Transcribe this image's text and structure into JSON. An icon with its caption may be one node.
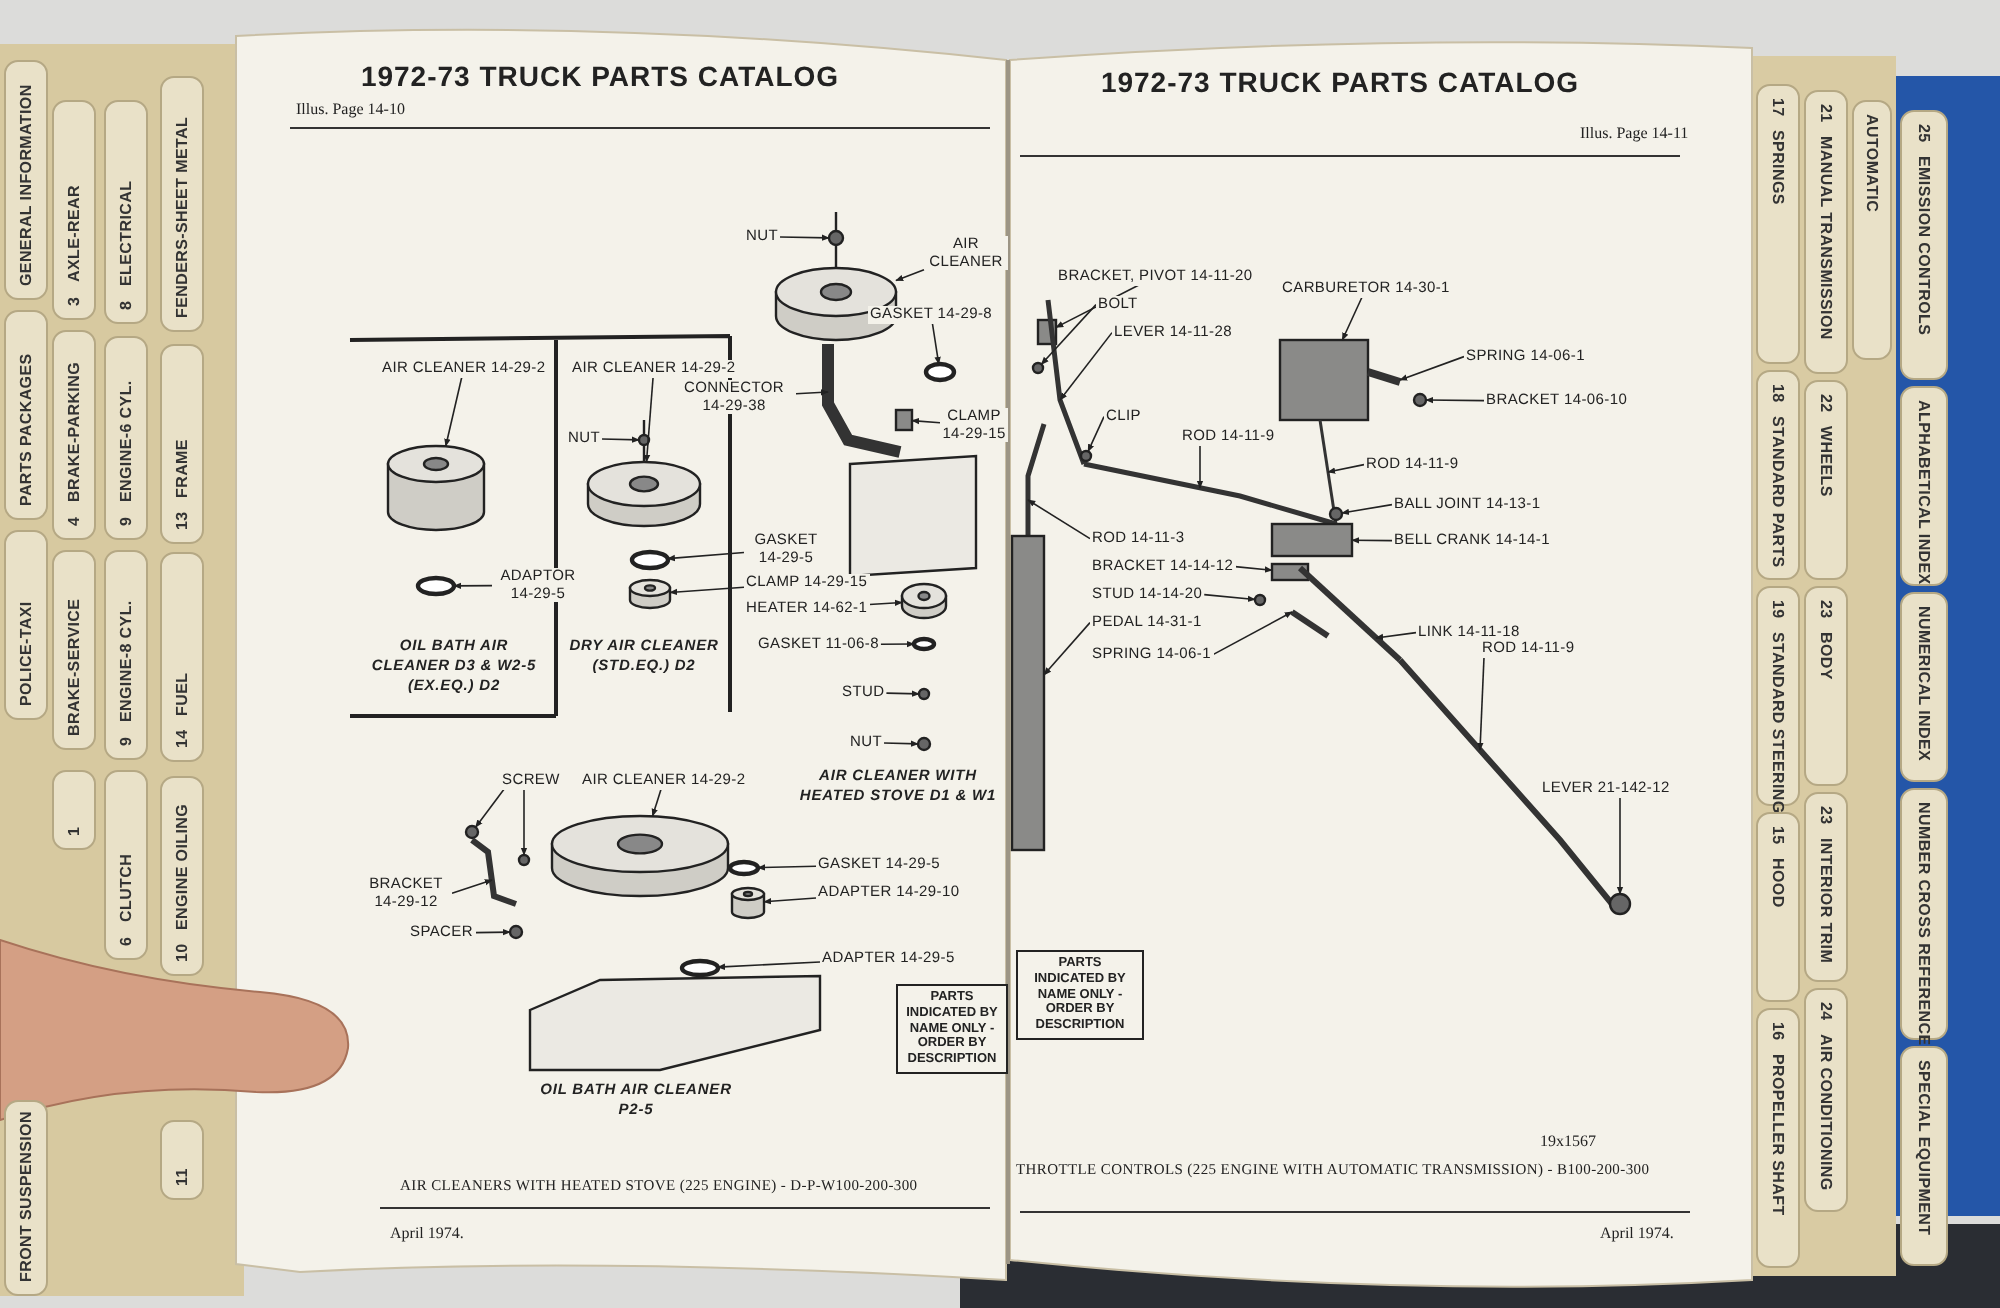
{
  "diagram": {
    "nodes": [
      {
        "text": [
          "GENERAL INFORMATION"
        ]
      },
      {
        "text": [
          "3",
          "AXLE-REAR"
        ]
      },
      {
        "text": [
          "8",
          "ELECTRICAL"
        ]
      },
      {
        "text": [
          "FENDERS-SHEET METAL"
        ]
      },
      {
        "text": [
          "PARTS PACKAGES"
        ]
      },
      {
        "text": [
          "4",
          "BRAKE-PARKING"
        ]
      },
      {
        "text": [
          "9",
          "ENGINE-6 CYL."
        ]
      },
      {
        "text": [
          "13",
          "FRAME"
        ]
      },
      {
        "text": [
          "POLICE-TAXI"
        ]
      },
      {
        "text": [
          "BRAKE-SERVICE"
        ]
      },
      {
        "text": [
          "9",
          "ENGINE-8 CYL."
        ]
      },
      {
        "text": [
          "14",
          "FUEL"
        ]
      },
      {
        "text": [
          "1"
        ]
      },
      {
        "text": [
          "6",
          "CLUTCH"
        ]
      },
      {
        "text": [
          "10",
          "ENGINE OILING"
        ]
      },
      {
        "text": [
          "FRONT SUSPENSION"
        ]
      },
      {
        "text": [
          "11"
        ]
      },
      {
        "text": [
          "NUT"
        ]
      },
      {
        "text": [
          "AIR CLEANER"
        ]
      },
      {
        "text": [
          "GASKET 14-29-8"
        ]
      },
      {
        "text": [
          "CLAMP 14-29-15"
        ]
      },
      {
        "text": [
          "CONNECTOR 14-29-38"
        ]
      },
      {
        "text": [
          "AIR CLEANER 14-29-2"
        ]
      },
      {
        "text": [
          "AIR CLEANER 14-29-2"
        ]
      },
      {
        "text": [
          "NUT"
        ]
      },
      {
        "text": [
          "ADAPTOR 14-29-5"
        ]
      },
      {
        "text": [
          "GASKET 14-29-5"
        ]
      },
      {
        "text": [
          "CLAMP 14-29-15"
        ]
      },
      {
        "text": [
          "HEATER 14-62-1"
        ]
      },
      {
        "text": [
          "GASKET 11-06-8"
        ]
      },
      {
        "text": [
          "STUD"
        ]
      },
      {
        "text": [
          "NUT"
        ]
      },
      {
        "text": [
          "SCREW"
        ]
      },
      {
        "text": [
          "AIR CLEANER 14-29-2"
        ]
      },
      {
        "text": [
          "BRACKET 14-29-12"
        ]
      },
      {
        "text": [
          "SPACER"
        ]
      },
      {
        "text": [
          "GASKET 14-29-5"
        ]
      },
      {
        "text": [
          "ADAPTER 14-29-10"
        ]
      },
      {
        "text": [
          "ADAPTER 14-29-5"
        ]
      },
      {
        "text": [
          "PARTS INDICATED BY NAME ONLY - ORDER BY DESCRIPTION"
        ]
      },
      {
        "text": [
          "BRACKET, PIVOT 14-11-20"
        ]
      },
      {
        "text": [
          "BOLT"
        ]
      },
      {
        "text": [
          "LEVER 14-11-28"
        ]
      },
      {
        "text": [
          "CARBURETOR 14-30-1"
        ]
      },
      {
        "text": [
          "SPRING 14-06-1"
        ]
      },
      {
        "text": [
          "BRACKET 14-06-10"
        ]
      },
      {
        "text": [
          "CLIP"
        ]
      },
      {
        "text": [
          "ROD 14-11-9"
        ]
      },
      {
        "text": [
          "ROD 14-11-3"
        ]
      },
      {
        "text": [
          "ROD 14-11-9"
        ]
      },
      {
        "text": [
          "BRACKET 14-14-12"
        ]
      },
      {
        "text": [
          "STUD 14-14-20"
        ]
      },
      {
        "text": [
          "PEDAL 14-31-1"
        ]
      },
      {
        "text": [
          "BALL JOINT 14-13-1"
        ]
      },
      {
        "text": [
          "BELL CRANK 14-14-1"
        ]
      },
      {
        "text": [
          "SPRING 14-06-1"
        ]
      },
      {
        "text": [
          "LINK 14-11-18"
        ]
      },
      {
        "text": [
          "ROD 14-11-9"
        ]
      },
      {
        "text": [
          "LEVER 21-142-12"
        ]
      },
      {
        "text": [
          "PARTS INDICATED BY NAME ONLY - ORDER BY DESCRIPTION"
        ]
      },
      {
        "text": [
          "17",
          "SPRINGS"
        ]
      },
      {
        "text": [
          "21",
          "MANUAL TRANSMISSION"
        ]
      },
      {
        "text": [
          "AUTOMATIC"
        ]
      },
      {
        "text": [
          "25",
          "EMISSION CONTROLS"
        ]
      },
      {
        "text": [
          "18",
          "STANDARD PARTS"
        ]
      },
      {
        "text": [
          "22",
          "WHEELS"
        ]
      },
      {
        "text": [
          "ALPHABETICAL INDEX"
        ]
      },
      {
        "text": [
          "19",
          "STANDARD STEERING"
        ]
      },
      {
        "text": [
          "23",
          "BODY"
        ]
      },
      {
        "text": [
          "NUMERICAL INDEX"
        ]
      },
      {
        "text": [
          "15",
          "HOOD"
        ]
      },
      {
        "text": [
          "23",
          "INTERIOR TRIM"
        ]
      },
      {
        "text": [
          "NUMBER CROSS REFERENCE"
        ]
      },
      {
        "text": [
          "16",
          "PROPELLER SHAFT"
        ]
      },
      {
        "text": [
          "24",
          "AIR CONDITIONING"
        ]
      },
      {
        "text": [
          "SPECIAL EQUIPMENT"
        ]
      },
      {
        "text": [],
        "shape": "circle"
      },
      {
        "text": [],
        "shape": "cylinder"
      },
      {
        "text": [],
        "shape": "ring"
      },
      {
        "text": [],
        "shape": "box"
      },
      {
        "text": [],
        "shape": "bar"
      },
      {
        "text": [],
        "shape": "cylinder"
      },
      {
        "text": [],
        "shape": "cylinder"
      },
      {
        "text": [],
        "shape": "circle"
      },
      {
        "text": [],
        "shape": "ring"
      },
      {
        "text": [],
        "shape": "ring"
      },
      {
        "text": [],
        "shape": "cylinder"
      },
      {
        "text": [],
        "shape": "cylinder"
      },
      {
        "text": [],
        "shape": "ring"
      },
      {
        "text": [],
        "shape": "circle"
      },
      {
        "text": [],
        "shape": "circle"
      },
      {
        "text": [],
        "shape": "circle"
      },
      {
        "text": [],
        "shape": "circle"
      },
      {
        "text": [],
        "shape": "cylinder"
      },
      {
        "text": [],
        "shape": "bar"
      },
      {
        "text": [],
        "shape": "circle"
      },
      {
        "text": [],
        "shape": "ring"
      },
      {
        "text": [],
        "shape": "cylinder"
      },
      {
        "text": [],
        "shape": "ring"
      },
      {
        "text": [],
        "shape": "box"
      },
      {
        "text": [],
        "shape": "circle"
      },
      {
        "text": [],
        "shape": "bar"
      },
      {
        "text": [],
        "shape": "box"
      },
      {
        "text": [],
        "shape": "bar"
      },
      {
        "text": [],
        "shape": "circle"
      },
      {
        "text": [],
        "shape": "circle"
      },
      {
        "text": [],
        "shape": "bar"
      },
      {
        "text": [],
        "shape": "bar"
      },
      {
        "text": [],
        "shape": "bar"
      },
      {
        "text": [],
        "shape": "box"
      },
      {
        "text": [],
        "shape": "circle"
      },
      {
        "text": [],
        "shape": "box"
      },
      {
        "text": [],
        "shape": "circle"
      },
      {
        "text": [],
        "shape": "box"
      },
      {
        "text": [],
        "shape": "bar"
      },
      {
        "text": [],
        "shape": "bar"
      },
      {
        "text": [],
        "shape": "bar"
      },
      {
        "text": [],
        "shape": "circle"
      }
    ],
    "edges": [
      {
        "from": 17,
        "to": 76,
        "arrow": "to"
      },
      {
        "from": 18,
        "to": 77,
        "arrow": "to"
      },
      {
        "from": 19,
        "to": 78,
        "arrow": "to"
      },
      {
        "from": 20,
        "to": 79,
        "arrow": "to"
      },
      {
        "from": 21,
        "to": 80,
        "arrow": "to"
      },
      {
        "from": 22,
        "to": 81,
        "arrow": "to"
      },
      {
        "from": 23,
        "to": 82,
        "arrow": "to"
      },
      {
        "from": 24,
        "to": 83,
        "arrow": "to"
      },
      {
        "from": 25,
        "to": 84,
        "arrow": "to"
      },
      {
        "from": 26,
        "to": 85,
        "arrow": "to"
      },
      {
        "from": 27,
        "to": 86,
        "arrow": "to"
      },
      {
        "from": 28,
        "to": 87,
        "arrow": "to"
      },
      {
        "from": 29,
        "to": 88,
        "arrow": "to"
      },
      {
        "from": 30,
        "to": 89,
        "arrow": "to"
      },
      {
        "from": 31,
        "to": 90,
        "arrow": "to"
      },
      {
        "from": 32,
        "to": 91,
        "arrow": "to"
      },
      {
        "from": 32,
        "to": 92,
        "arrow": "to"
      },
      {
        "from": 33,
        "to": 93,
        "arrow": "to"
      },
      {
        "from": 34,
        "to": 94,
        "arrow": "to"
      },
      {
        "from": 35,
        "to": 95,
        "arrow": "to"
      },
      {
        "from": 36,
        "to": 96,
        "arrow": "to"
      },
      {
        "from": 37,
        "to": 97,
        "arrow": "to"
      },
      {
        "from": 38,
        "to": 98,
        "arrow": "to"
      },
      {
        "from": 40,
        "to": 99,
        "arrow": "to"
      },
      {
        "from": 41,
        "to": 100,
        "arrow": "to"
      },
      {
        "from": 42,
        "to": 101,
        "arrow": "to"
      },
      {
        "from": 43,
        "to": 102,
        "arrow": "to"
      },
      {
        "from": 44,
        "to": 103,
        "arrow": "to"
      },
      {
        "from": 45,
        "to": 104,
        "arrow": "to"
      },
      {
        "from": 46,
        "to": 105,
        "arrow": "to"
      },
      {
        "from": 47,
        "to": 106,
        "arrow": "to"
      },
      {
        "from": 48,
        "to": 107,
        "arrow": "to"
      },
      {
        "from": 49,
        "to": 108,
        "arrow": "to"
      },
      {
        "from": 50,
        "to": 109,
        "arrow": "to"
      },
      {
        "from": 51,
        "to": 110,
        "arrow": "to"
      },
      {
        "from": 52,
        "to": 111,
        "arrow": "to"
      },
      {
        "from": 53,
        "to": 112,
        "arrow": "to"
      },
      {
        "from": 54,
        "to": 113,
        "arrow": "to"
      },
      {
        "from": 55,
        "to": 114,
        "arrow": "to"
      },
      {
        "from": 56,
        "to": 115,
        "arrow": "to"
      },
      {
        "from": 57,
        "to": 116,
        "arrow": "to"
      },
      {
        "from": 58,
        "to": 117,
        "arrow": "to"
      }
    ],
    "labels": [
      "Illus. Page 14-10",
      "1972-73 TRUCK PARTS CATALOG",
      "OIL BATH AIR CLEANER D3 & W2-5 (EX.EQ.) D2",
      "DRY AIR CLEANER (STD.EQ.) D2",
      "AIR CLEANER WITH HEATED STOVE D1 & W1",
      "OIL BATH AIR CLEANER P2-5",
      "AIR CLEANERS WITH HEATED STOVE (225 ENGINE) - D-P-W100-200-300",
      "April 1974.",
      "1972-73 TRUCK PARTS CATALOG",
      "Illus. Page 14-11",
      "19x1567",
      "THROTTLE CONTROLS (225 ENGINE WITH AUTOMATIC TRANSMISSION) - B100-200-300",
      "April 1974."
    ]
  }
}
